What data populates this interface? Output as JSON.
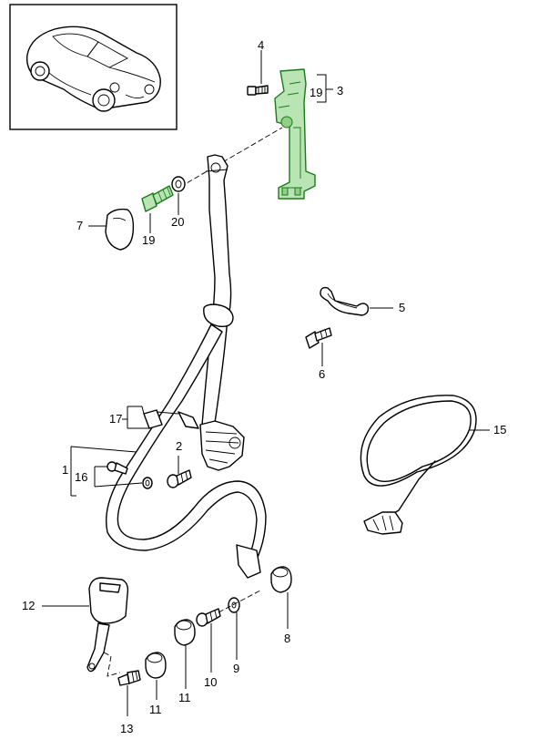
{
  "callouts": {
    "c1": "1",
    "c2": "2",
    "c3": "3",
    "c4": "4",
    "c5": "5",
    "c6": "6",
    "c7": "7",
    "c8": "8",
    "c9": "9",
    "c10": "10",
    "c11a": "11",
    "c11b": "11",
    "c12": "12",
    "c13": "13",
    "c15": "15",
    "c16": "16",
    "c17": "17",
    "c19a": "19",
    "c19b": "19",
    "c20": "20"
  },
  "colors": {
    "highlight_fill": "#b9e4b3",
    "highlight_stroke": "#1a7a1a"
  }
}
